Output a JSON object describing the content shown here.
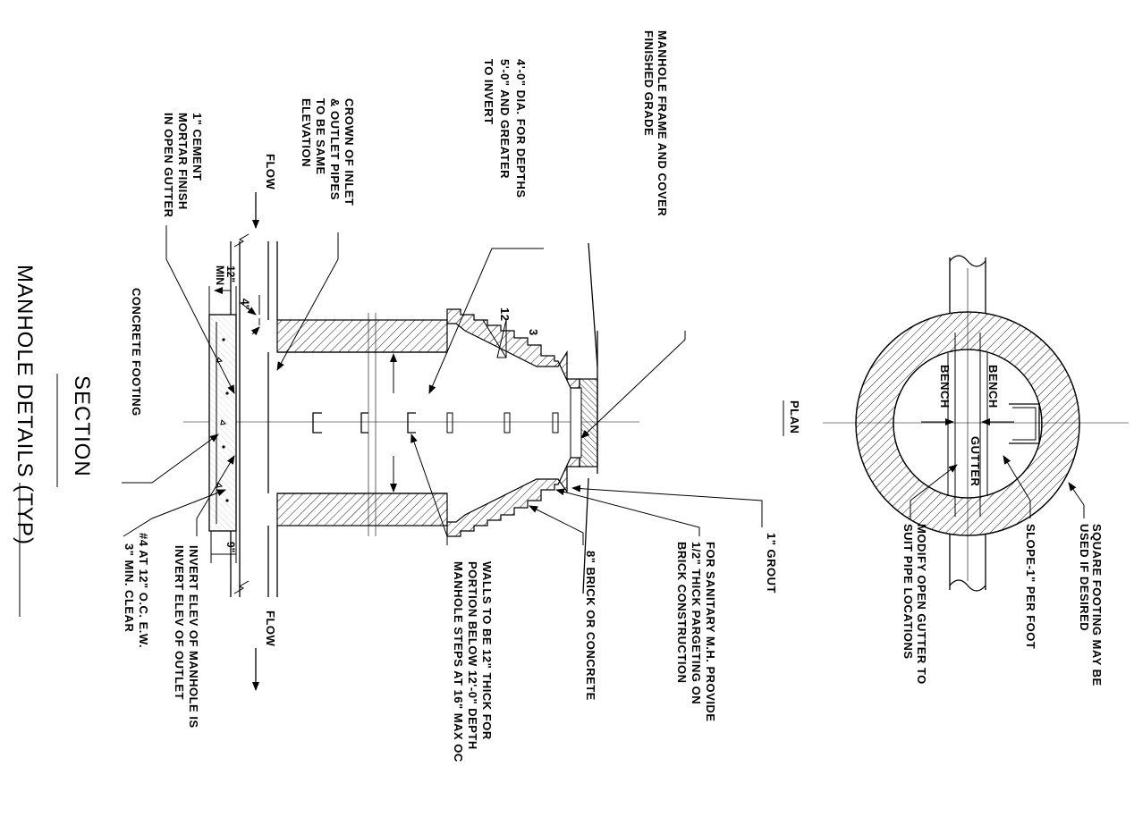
{
  "labels": {
    "square_footing": [
      "SQUARE FOOTING MAY BE",
      "USED IF DESIRED"
    ],
    "slope": "SLOPE-1\" PER FOOT",
    "modify_gutter": [
      "MODIFY OPEN GUTTER TO",
      "SUIT PIPE LOCATIONS"
    ],
    "bench_top": "BENCH",
    "bench_bottom": "BENCH",
    "gutter": "GUTTER",
    "plan": "PLAN",
    "frame_cover": [
      "MANHOLE FRAME AND COVER",
      "FINISHED GRADE"
    ],
    "diameter_note": [
      "4'-0\" DIA. FOR DEPTHS",
      "5'-0\" AND GREATER",
      "TO INVERT"
    ],
    "slope_ratio_run": "12",
    "slope_ratio_rise": "3",
    "grout": "1\" GROUT",
    "sanitary_note": [
      "FOR SANITARY M.H. PROVIDE",
      "1/2\" THICK PARGETING ON",
      "BRICK CONSTRUCTION"
    ],
    "brick": "8\" BRICK OR CONCRETE",
    "walls_note": [
      "WALLS TO BE 12\" THICK FOR",
      "PORTION BELOW 12'-0\" DEPTH",
      "MANHOLE STEPS AT 16\" MAX OC"
    ],
    "crown_note": [
      "CROWN OF INLET",
      "& OUTLET PIPES",
      "TO BE SAME",
      "ELEVATION"
    ],
    "flow_left": "FLOW",
    "flow_right": "FLOW",
    "cement_note": [
      "1\" CEMENT",
      "MORTAR FINISH",
      "IN OPEN GUTTER"
    ],
    "dim_12": "12\"",
    "dim_min": "MIN",
    "dim_4": "4\"",
    "dim_9": "9\"",
    "concrete_footing": "CONCRETE FOOTING",
    "invert_note": [
      "INVERT ELEV OF MANHOLE IS",
      "INVERT ELEV OF OUTLET"
    ],
    "rebar_note": [
      "#4 AT 12\" O.C. E.W.",
      "3\" MIN. CLEAR"
    ],
    "section_title": "SECTION",
    "details_title": "MANHOLE DETAILS (TYP)"
  },
  "colors": {
    "line": "#000000",
    "background": "#ffffff"
  }
}
